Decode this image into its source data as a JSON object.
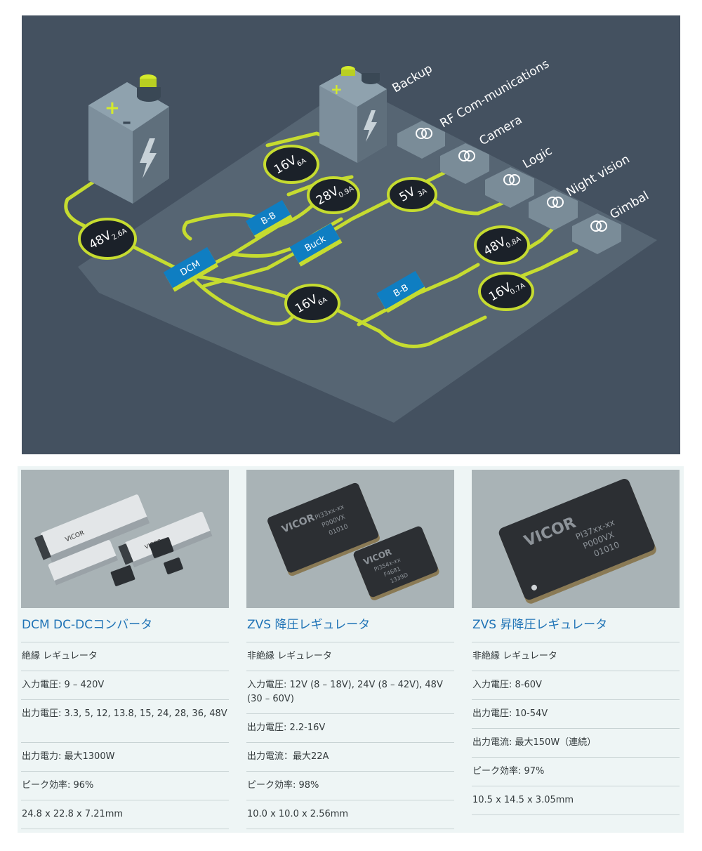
{
  "diagram": {
    "colors": {
      "background": "#445160",
      "platform": "#566573",
      "wire": "#c6dc30",
      "node": "#1b2129",
      "module": "#0f7ec2"
    },
    "modules": [
      "DCM",
      "B-B",
      "Buck",
      "B-B"
    ],
    "nodes": [
      {
        "voltage": "48V",
        "current": "2.6A"
      },
      {
        "voltage": "16V",
        "current": "6A"
      },
      {
        "voltage": "28V",
        "current": "0.9A"
      },
      {
        "voltage": "5V",
        "current": "3A"
      },
      {
        "voltage": "16V",
        "current": "6A"
      },
      {
        "voltage": "48V",
        "current": "0.8A"
      },
      {
        "voltage": "16V",
        "current": "0.7A"
      }
    ],
    "loads": [
      "Backup",
      "RF Com-munications",
      "Camera",
      "Logic",
      "Night vision",
      "Gimbal"
    ]
  },
  "products": [
    {
      "title": "DCM DC-DCコンバータ",
      "rows": [
        "絶縁 レギュレータ",
        "入力電圧: 9 – 420V",
        "出力電圧: 3.3, 5, 12, 13.8, 15, 24, 28, 36, 48V",
        "出力電力: 最大1300W",
        "ピーク効率: 96%",
        "24.8 x 22.8 x 7.21mm"
      ],
      "chip_marks": [
        "VICOR",
        "VICOR"
      ]
    },
    {
      "title": "ZVS 降圧レギュレータ",
      "rows": [
        "非絶縁 レギュレータ",
        "入力電圧: 12V (8 – 18V), 24V (8 – 42V), 48V (30 – 60V)",
        "出力電圧: 2.2-16V",
        "出力電流：最大22A",
        "ピーク効率: 98%",
        "10.0 x 10.0 x 2.56mm"
      ],
      "chip_marks": [
        "VICOR",
        "PI33xx-xx",
        "P000VX",
        "01010",
        "VICOR",
        "PI354x-xx",
        "F4681",
        "1339D"
      ]
    },
    {
      "title": "ZVS 昇降圧レギュレータ",
      "rows": [
        "非絶縁 レギュレータ",
        "入力電圧:  8-60V",
        "出力電圧: 10-54V",
        "出力電流: 最大150W（連続）",
        "ピーク効率: 97%",
        "10.5 x 14.5 x 3.05mm"
      ],
      "chip_marks": [
        "VICOR",
        "PI37xx-xx",
        "P000VX",
        "01010"
      ]
    }
  ]
}
